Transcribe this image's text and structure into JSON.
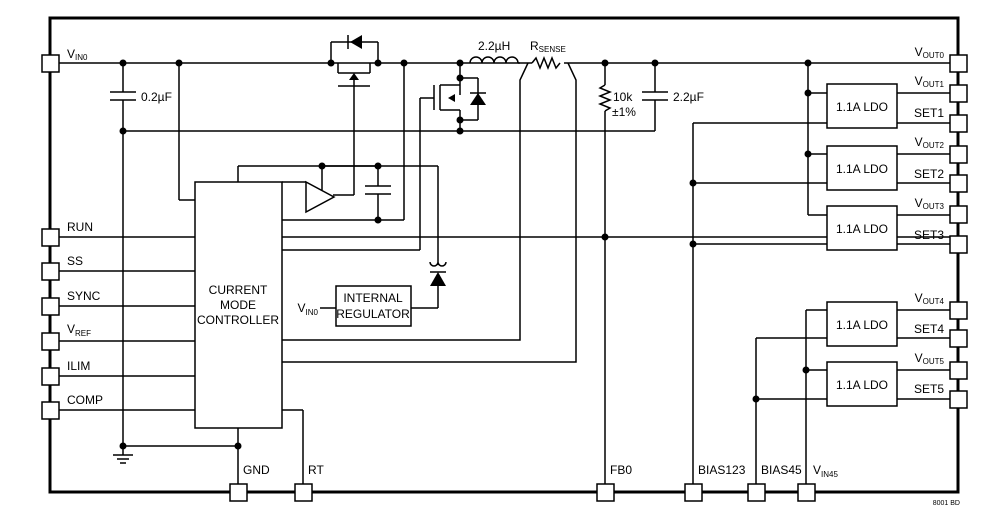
{
  "diagram": {
    "left_pins": {
      "vin0": {
        "base": "V",
        "sub": "IN0"
      },
      "run": "RUN",
      "ss": "SS",
      "sync": "SYNC",
      "vref": {
        "base": "V",
        "sub": "REF"
      },
      "ilim": "ILIM",
      "comp": "COMP"
    },
    "bottom_pins": {
      "gnd": "GND",
      "rt": "RT",
      "fb0": "FB0",
      "bias123": "BIAS123",
      "bias45": "BIAS45",
      "vin45": {
        "base": "V",
        "sub": "IN45"
      }
    },
    "right_pins": {
      "vout0": {
        "base": "V",
        "sub": "OUT0"
      },
      "vout1": {
        "base": "V",
        "sub": "OUT1"
      },
      "set1": "SET1",
      "vout2": {
        "base": "V",
        "sub": "OUT2"
      },
      "set2": "SET2",
      "vout3": {
        "base": "V",
        "sub": "OUT3"
      },
      "set3": "SET3",
      "vout4": {
        "base": "V",
        "sub": "OUT4"
      },
      "set4": "SET4",
      "vout5": {
        "base": "V",
        "sub": "OUT5"
      },
      "set5": "SET5"
    },
    "components": {
      "cap_in": "0.2µF",
      "inductor": "2.2µH",
      "rsense": {
        "base": "R",
        "sub": "SENSE"
      },
      "res_fb_value": "10k",
      "res_fb_tol": "±1%",
      "cap_out": "2.2µF"
    },
    "controller": [
      "CURRENT",
      "MODE",
      "CONTROLLER"
    ],
    "regulator": [
      "INTERNAL",
      "REGULATOR"
    ],
    "regulator_input": {
      "base": "V",
      "sub": "IN0"
    },
    "ldo_label": "1.1A LDO",
    "figure_code": "8001 BD"
  }
}
